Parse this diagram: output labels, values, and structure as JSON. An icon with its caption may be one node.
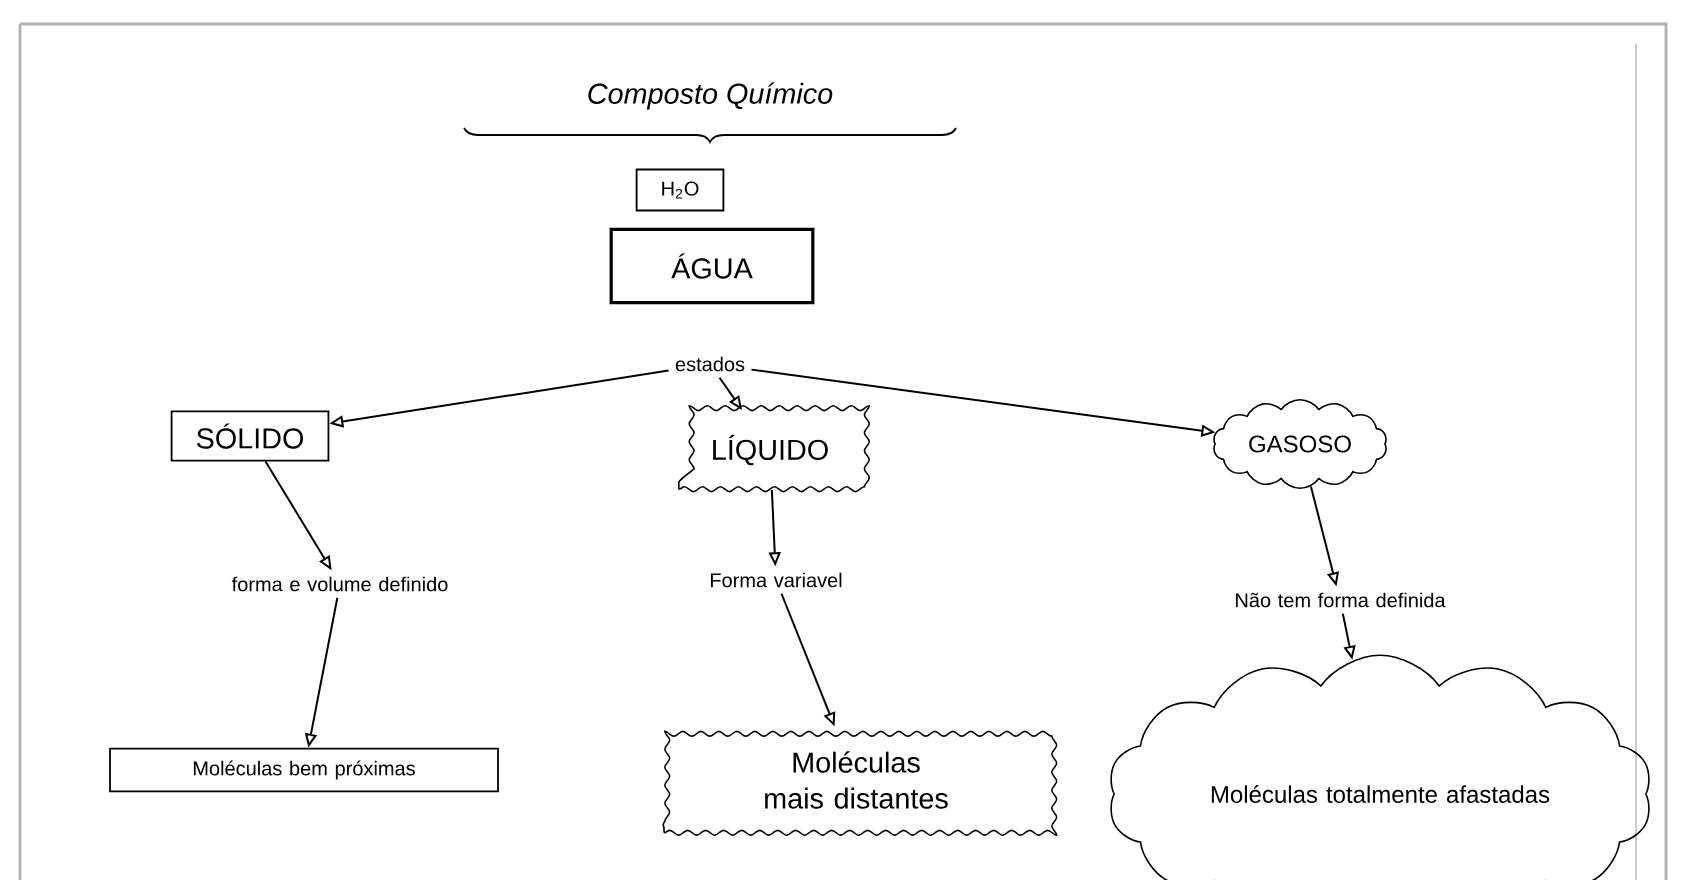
{
  "diagram": {
    "nodes": [
      {
        "text": [
          "H$_{2}$O"
        ]
      },
      {
        "text": [
          "ÁGUA"
        ]
      },
      {
        "text": [
          "estados"
        ]
      },
      {
        "text": [
          "SÓLIDO"
        ]
      },
      {
        "text": [
          "LÍQUIDO"
        ]
      },
      {
        "text": [
          "GASOSO"
        ]
      },
      {
        "text": [
          "forma e volume definido"
        ]
      },
      {
        "text": [
          "Forma variavel"
        ]
      },
      {
        "text": [
          "Não tem forma definida"
        ]
      },
      {
        "text": [
          "Moléculas bem próximas"
        ]
      },
      {
        "text": [
          "Moléculas mais distantes"
        ]
      },
      {
        "text": [
          "Moléculas totalmente afastadas"
        ]
      }
    ],
    "edges": [
      {
        "from": 2,
        "to": 3,
        "arrow": "to"
      },
      {
        "from": 2,
        "to": 4,
        "arrow": "to"
      },
      {
        "from": 2,
        "to": 5,
        "arrow": "to"
      },
      {
        "from": 3,
        "to": 6,
        "arrow": "to"
      },
      {
        "from": 6,
        "to": 9,
        "arrow": "to"
      },
      {
        "from": 4,
        "to": 7,
        "arrow": "to"
      },
      {
        "from": 7,
        "to": 10,
        "arrow": "to"
      },
      {
        "from": 5,
        "to": 8,
        "arrow": "to"
      },
      {
        "from": 8,
        "to": 11,
        "arrow": "to"
      }
    ],
    "labels": [
      "Composto Químico"
    ]
  }
}
